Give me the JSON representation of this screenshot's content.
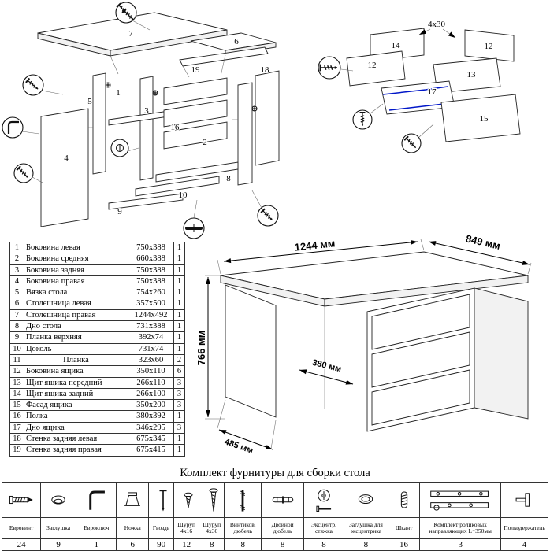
{
  "diagrams": {
    "left_labels": [
      "7",
      "6",
      "19",
      "18",
      "5",
      "3",
      "16",
      "2",
      "1",
      "4",
      "8",
      "10",
      "9"
    ],
    "right_labels": [
      "14",
      "12",
      "12",
      "13",
      "17",
      "15"
    ],
    "right_note": "4x30"
  },
  "dims": {
    "w": "1244 мм",
    "d": "849 мм",
    "h": "766 мм",
    "foot": "485 мм",
    "inner": "380 мм"
  },
  "colors": {
    "runner_blue": "#0016c8",
    "line_black": "#000000"
  },
  "parts_table": {
    "rows": [
      {
        "num": "1",
        "name": "Боковина левая",
        "size": "750x388",
        "qty": "1"
      },
      {
        "num": "2",
        "name": "Боковина средняя",
        "size": "660x388",
        "qty": "1"
      },
      {
        "num": "3",
        "name": "Боковина задняя",
        "size": "750x388",
        "qty": "1"
      },
      {
        "num": "4",
        "name": "Боковина правая",
        "size": "750x388",
        "qty": "1"
      },
      {
        "num": "5",
        "name": "Вязка стола",
        "size": "754x260",
        "qty": "1"
      },
      {
        "num": "6",
        "name": "Столешница левая",
        "size": "357x500",
        "qty": "1"
      },
      {
        "num": "7",
        "name": "Столешница правая",
        "size": "1244x492",
        "qty": "1"
      },
      {
        "num": "8",
        "name": "Дно стола",
        "size": "731x388",
        "qty": "1"
      },
      {
        "num": "9",
        "name": "Планка верхняя",
        "size": "392x74",
        "qty": "1"
      },
      {
        "num": "10",
        "name": "Цоколь",
        "size": "731x74",
        "qty": "1"
      },
      {
        "num": "11",
        "name": "Планка",
        "size": "323x60",
        "qty": "2"
      },
      {
        "num": "12",
        "name": "Боковина ящика",
        "size": "350x110",
        "qty": "6"
      },
      {
        "num": "13",
        "name": "Щит ящика передний",
        "size": "266x110",
        "qty": "3"
      },
      {
        "num": "14",
        "name": "Щит ящика задний",
        "size": "266x100",
        "qty": "3"
      },
      {
        "num": "15",
        "name": "Фасад ящика",
        "size": "350x200",
        "qty": "3"
      },
      {
        "num": "16",
        "name": "Полка",
        "size": "380x392",
        "qty": "1"
      },
      {
        "num": "17",
        "name": "Дно ящика",
        "size": "346x295",
        "qty": "3"
      },
      {
        "num": "18",
        "name": "Стенка задняя левая",
        "size": "675x345",
        "qty": "1"
      },
      {
        "num": "19",
        "name": "Стенка задняя правая",
        "size": "675x415",
        "qty": "1"
      }
    ]
  },
  "hardware": {
    "title": "Комплект фурнитуры для сборки стола",
    "items": [
      {
        "name": "Евровинт",
        "qty": "24",
        "icon": "euroscrew-icon"
      },
      {
        "name": "Заглушка",
        "qty": "9",
        "icon": "cap-icon"
      },
      {
        "name": "Евроключ",
        "qty": "1",
        "icon": "hexkey-icon"
      },
      {
        "name": "Ножка",
        "qty": "6",
        "icon": "leg-icon"
      },
      {
        "name": "Гвоздь",
        "qty": "90",
        "icon": "nail-icon"
      },
      {
        "name": "Шуруп 4x16",
        "qty": "12",
        "icon": "screw-4x16-icon"
      },
      {
        "name": "Шуруп 4x30",
        "qty": "8",
        "icon": "screw-4x30-icon"
      },
      {
        "name": "Винтиков. дюбель",
        "qty": "8",
        "icon": "stud-dowel-icon"
      },
      {
        "name": "Двойной дюбель",
        "qty": "8",
        "icon": "double-dowel-icon"
      },
      {
        "name": "Эксцентр. стяжка",
        "qty": "8",
        "icon": "cam-lock-icon"
      },
      {
        "name": "Заглушка для эксцентрика",
        "qty": "8",
        "icon": "cam-cap-icon"
      },
      {
        "name": "Шкант",
        "qty": "16",
        "icon": "wood-dowel-icon"
      },
      {
        "name": "Комплект роликовых направляющих L~350мм",
        "qty": "3",
        "icon": "drawer-slides-icon"
      },
      {
        "name": "Полкодержатель",
        "qty": "4",
        "icon": "shelf-support-icon"
      }
    ]
  }
}
